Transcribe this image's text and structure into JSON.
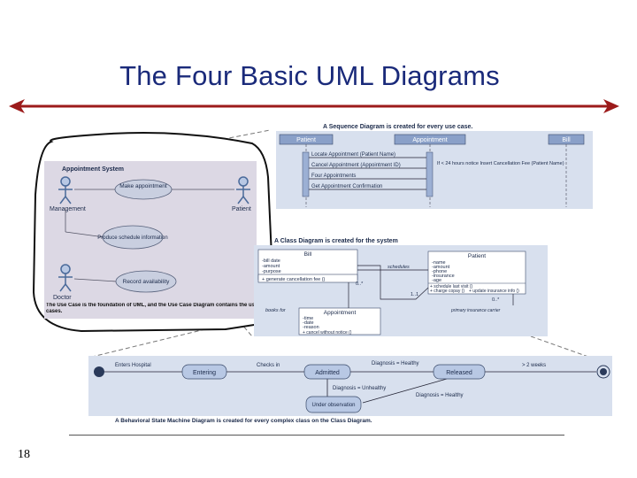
{
  "slide": {
    "title": "The Four Basic UML Diagrams",
    "page_number": "18"
  },
  "use_case": {
    "system": "Appointment System",
    "actors": [
      "Management",
      "Patient",
      "Doctor"
    ],
    "cases": [
      "Make appointment",
      "Produce schedule information",
      "Record availability"
    ],
    "caption": "The Use Case is the foundation of UML, and the Use Case Diagram contains the use cases."
  },
  "sequence": {
    "header": "A Sequence Diagram is created for every use case.",
    "lifelines": [
      "Patient",
      "Appointment",
      "Bill"
    ],
    "messages": [
      "Locate Appointment (Patient Name)",
      "Cancel Appointment (Appointment ID)",
      "Four Appointments",
      "Get Appointment Confirmation"
    ],
    "note": "If < 24 hours notice Insert Cancellation Fee (Patient Name)"
  },
  "class": {
    "header": "A Class Diagram is created for the system",
    "classes": [
      {
        "name": "Bill",
        "attributes": [
          "-bill date",
          "-amount",
          "-purpose"
        ],
        "methods": [
          "+ generate cancellation fee ()"
        ]
      },
      {
        "name": "Patient",
        "attributes": [
          "-name",
          "-amount",
          "-phone",
          "-insurance",
          "-age"
        ],
        "methods": [
          "+ schedule last visit ()",
          "+ charge copay ()",
          "+ update insurance info ()"
        ]
      },
      {
        "name": "Appointment",
        "attributes": [
          "-time",
          "-date",
          "-reason"
        ],
        "methods": [
          "+ cancel without notice ()"
        ]
      }
    ],
    "associations": [
      "schedules",
      "0..*",
      "books for",
      "1..1",
      "0..*",
      "primary insurance carrier"
    ]
  },
  "state": {
    "header": "A Behavioral State Machine Diagram is created for every complex class on the Class Diagram.",
    "states": [
      "Entering",
      "Admitted",
      "Released",
      "Under observation"
    ],
    "transitions": [
      "Enters Hospital",
      "Checks in",
      "Diagnosis = Healthy",
      "> 2 weeks",
      "Diagnosis = Unhealthy",
      "Diagnosis = Healthy"
    ]
  }
}
